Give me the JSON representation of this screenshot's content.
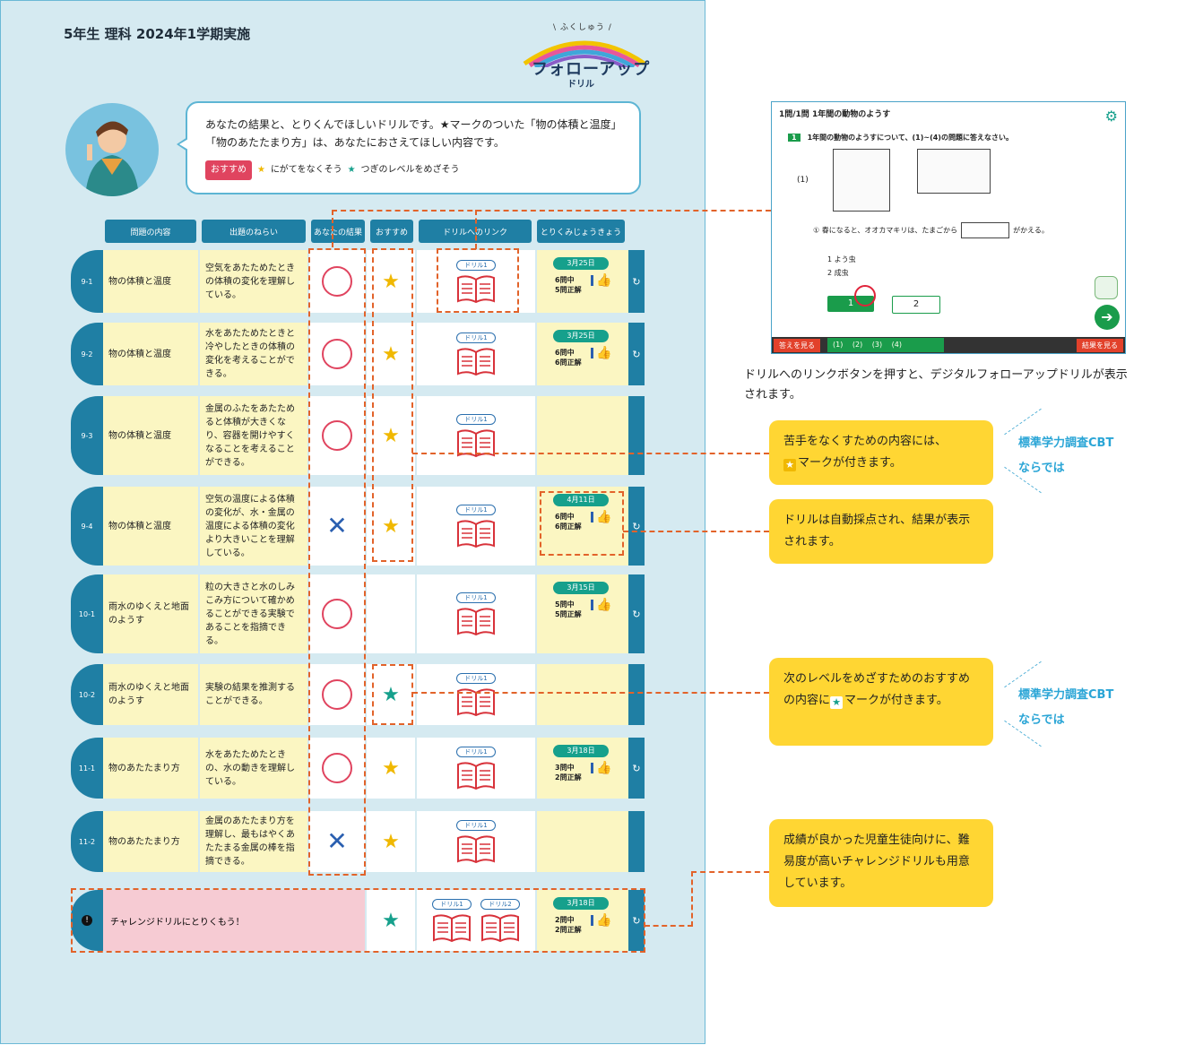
{
  "sheet": {
    "title": "5年生 理科 2024年1学期実施",
    "logo": {
      "ruby": "\\ ふくしゅう /",
      "main": "フォローアップ",
      "sub": "ドリル"
    },
    "message_line1": "あなたの結果と、とりくんでほしいドリルです。★マークのついた「物の体積と温度」",
    "message_line2": "「物のあたたまり方」は、あなたにおさえてほしい内容です。",
    "legend": {
      "badge": "おすすめ",
      "yellow": "にがてをなくそう",
      "green": "つぎのレベルをめざそう"
    },
    "headers": [
      "問題の内容",
      "出題のねらい",
      "あなたの結果",
      "おすすめ",
      "ドリルへのリンク",
      "とりくみじょうきょう"
    ],
    "rows": [
      {
        "code": "9-1",
        "unit": "物の体積と温度",
        "aim": "空気をあたためたときの体積の変化を理解している。",
        "result": "circle",
        "rec": "yellow",
        "drills": [
          "ドリル1"
        ],
        "date": "3月25日",
        "score": "6問中\n5問正解"
      },
      {
        "code": "9-2",
        "unit": "物の体積と温度",
        "aim": "水をあたためたときと冷やしたときの体積の変化を考えることができる。",
        "result": "circle",
        "rec": "yellow",
        "drills": [
          "ドリル1"
        ],
        "date": "3月25日",
        "score": "6問中\n6問正解"
      },
      {
        "code": "9-3",
        "unit": "物の体積と温度",
        "aim": "金属のふたをあたためると体積が大きくなり、容器を開けやすくなることを考えることができる。",
        "result": "circle",
        "rec": "yellow",
        "drills": [
          "ドリル1"
        ],
        "date": "",
        "score": ""
      },
      {
        "code": "9-4",
        "unit": "物の体積と温度",
        "aim": "空気の温度による体積の変化が、水・金属の温度による体積の変化より大きいことを理解している。",
        "result": "cross",
        "rec": "yellow",
        "drills": [
          "ドリル1"
        ],
        "date": "4月11日",
        "score": "6問中\n6問正解"
      },
      {
        "code": "10-1",
        "unit": "雨水のゆくえと地面のようす",
        "aim": "粒の大きさと水のしみこみ方について確かめることができる実験であることを指摘できる。",
        "result": "circle",
        "rec": "",
        "drills": [
          "ドリル1"
        ],
        "date": "3月15日",
        "score": "5問中\n5問正解"
      },
      {
        "code": "10-2",
        "unit": "雨水のゆくえと地面のようす",
        "aim": "実験の結果を推測することができる。",
        "result": "circle",
        "rec": "green",
        "drills": [
          "ドリル1"
        ],
        "date": "",
        "score": ""
      },
      {
        "code": "11-1",
        "unit": "物のあたたまり方",
        "aim": "水をあたためたときの、水の動きを理解している。",
        "result": "circle",
        "rec": "yellow",
        "drills": [
          "ドリル1"
        ],
        "date": "3月18日",
        "score": "3問中\n2問正解"
      },
      {
        "code": "11-2",
        "unit": "物のあたたまり方",
        "aim": "金属のあたたまり方を理解し、最もはやくあたたまる金属の棒を指摘できる。",
        "result": "cross",
        "rec": "yellow",
        "drills": [
          "ドリル1"
        ],
        "date": "",
        "score": ""
      }
    ],
    "challenge": {
      "label": "チャレンジドリルにとりくもう！",
      "drills": [
        "ドリル1",
        "ドリル2"
      ],
      "date": "3月18日",
      "score": "2問中\n2問正解"
    }
  },
  "app": {
    "header": "1問/1問  1年間の動物のようす",
    "question_num": "1",
    "question": "1年間の動物のようすについて、(1)~(4)の問題に答えなさい。",
    "item": "(1)",
    "sentence_before": "①  春になると、オオカマキリは、たまごから",
    "sentence_after": "がかえる。",
    "options": [
      "1  よう虫",
      "2  成虫"
    ],
    "answer_buttons": [
      "1",
      "2"
    ],
    "footer_left": "答えを見る",
    "footer_items": "(1) (2) (3) (4)",
    "footer_right": "結果を見る"
  },
  "caption": "ドリルへのリンクボタンを押すと、デジタルフォローアップドリルが表示されます。",
  "notes": {
    "weak_pre": "苦手をなくすための内容には、",
    "weak_post": "マークが付きます。",
    "auto": "ドリルは自動採点され、結果が表示されます。",
    "next_pre": "次のレベルをめざすためのおすすめの内容に",
    "next_post": "マークが付きます。",
    "challenge": "成績が良かった児童生徒向けに、難易度が高いチャレンジドリルも用意しています。"
  },
  "std_label_1": "標準学力調査CBT",
  "std_label_2": "ならでは",
  "colors": {
    "teal": "#1f7fa4",
    "yellow_star": "#f0b800",
    "green_star": "#16a08c",
    "red": "#e0445f",
    "note_bg": "#ffd633",
    "dash": "#e2632a"
  }
}
